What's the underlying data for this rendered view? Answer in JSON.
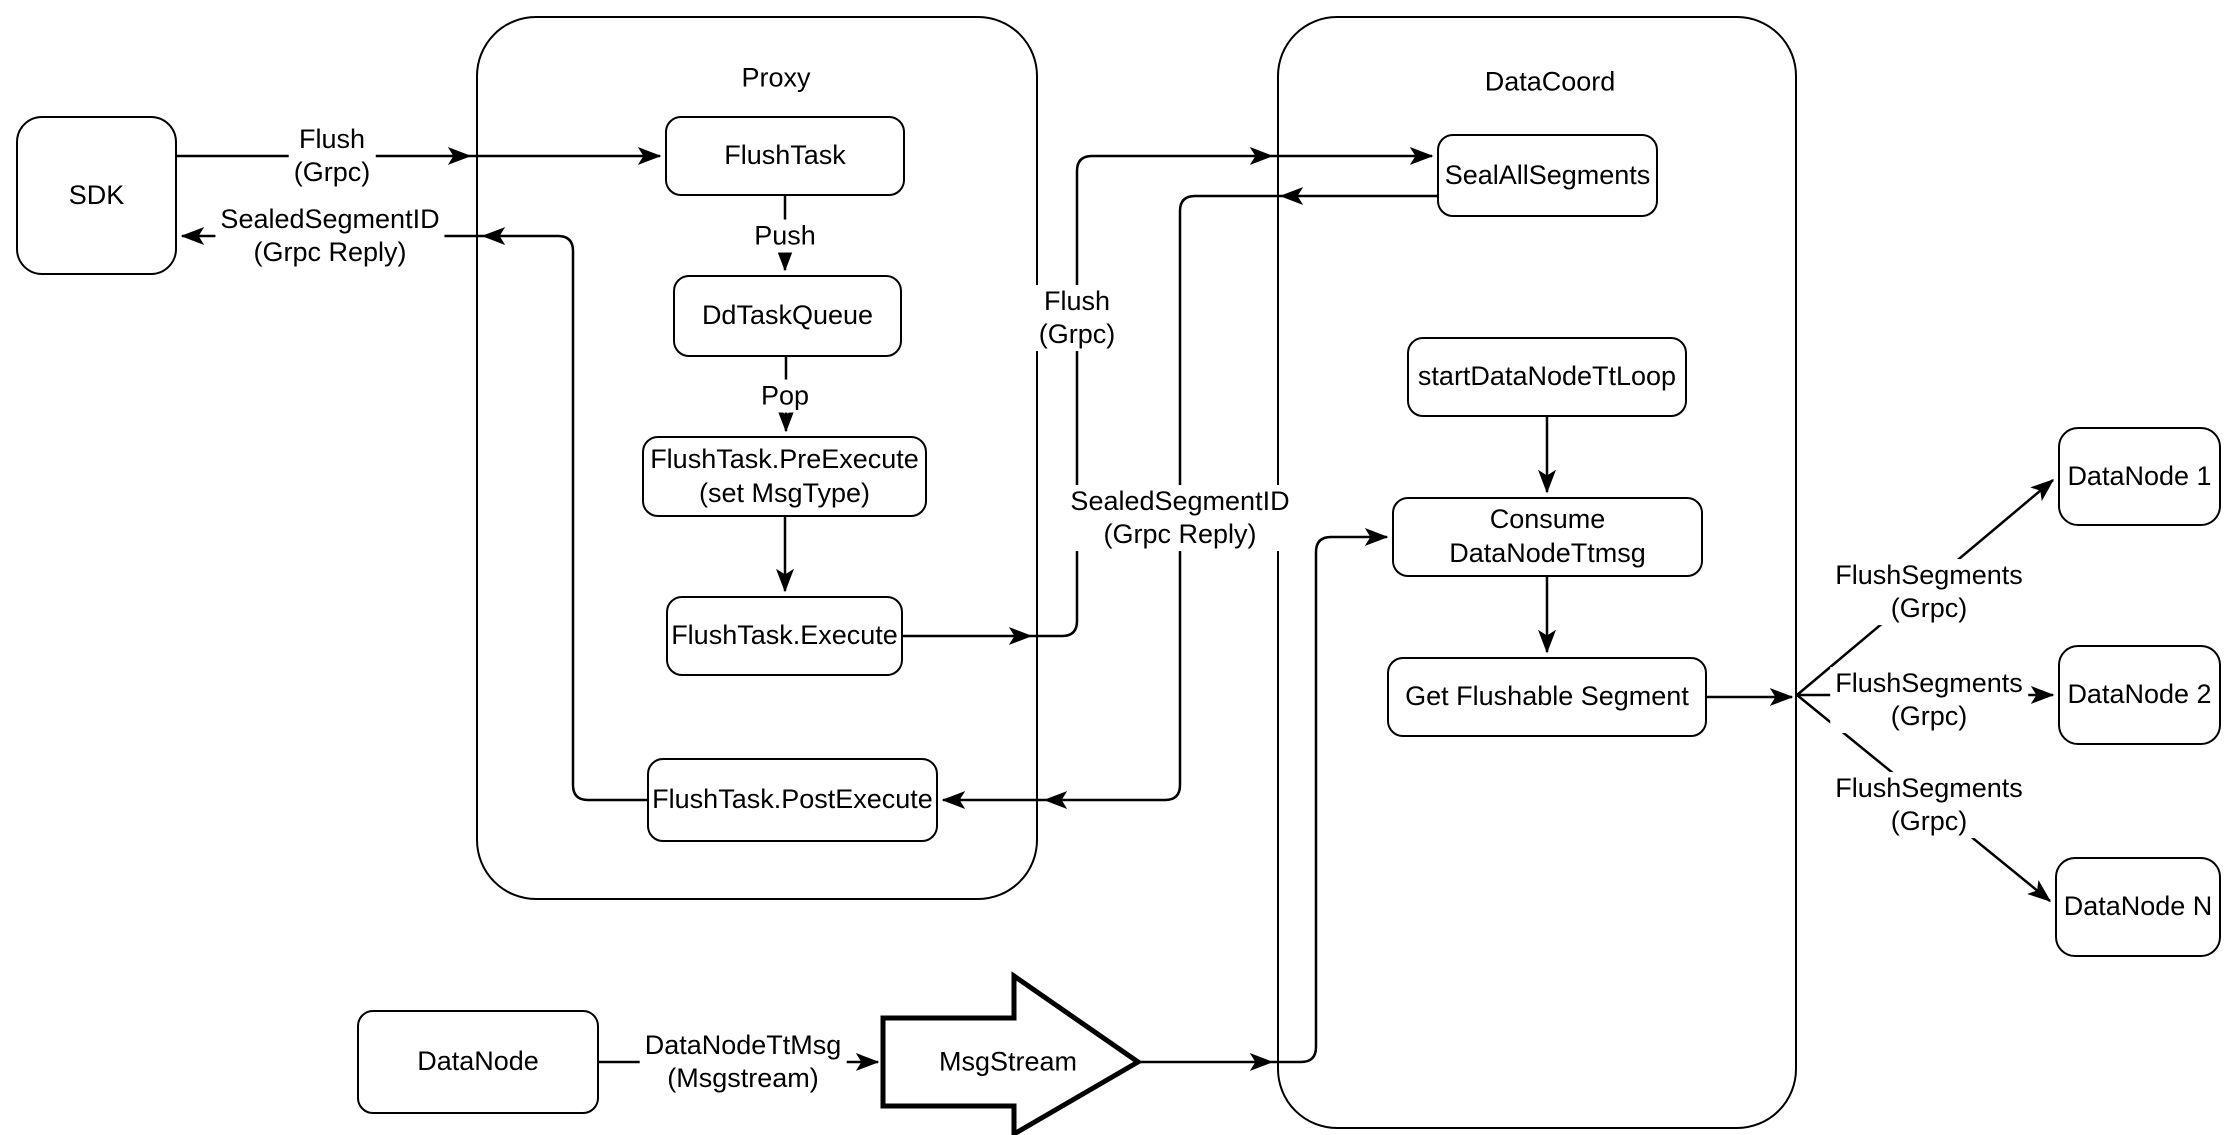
{
  "diagram": {
    "containers": {
      "proxy": {
        "title": "Proxy"
      },
      "datacoord": {
        "title": "DataCoord"
      }
    },
    "nodes": {
      "sdk": {
        "label": "SDK"
      },
      "flushtask": {
        "label": "FlushTask"
      },
      "ddtaskqueue": {
        "label": "DdTaskQueue"
      },
      "preexecute": {
        "label": "FlushTask.PreExecute\n(set MsgType)"
      },
      "execute": {
        "label": "FlushTask.Execute"
      },
      "postexecute": {
        "label": "FlushTask.PostExecute"
      },
      "sealall": {
        "label": "SealAllSegments"
      },
      "startloop": {
        "label": "startDataNodeTtLoop"
      },
      "consume": {
        "label": "Consume DataNodeTtmsg"
      },
      "getflushable": {
        "label": "Get Flushable Segment"
      },
      "datanode1": {
        "label": "DataNode 1"
      },
      "datanode2": {
        "label": "DataNode 2"
      },
      "datanoden": {
        "label": "DataNode N"
      },
      "datanode": {
        "label": "DataNode"
      },
      "msgstream": {
        "label": "MsgStream"
      }
    },
    "edge_labels": {
      "flush_sdk": {
        "text": "Flush\n(Grpc)"
      },
      "sealed_sdk": {
        "text": "SealedSegmentID\n(Grpc Reply)"
      },
      "push": {
        "text": "Push"
      },
      "pop": {
        "text": "Pop"
      },
      "flush_riser": {
        "text": "Flush\n(Grpc)"
      },
      "sealed_riser": {
        "text": "SealedSegmentID\n(Grpc Reply)"
      },
      "datanodettmsg": {
        "text": "DataNodeTtMsg\n(Msgstream)"
      },
      "flushsegments_1": {
        "text": "FlushSegments\n(Grpc)"
      },
      "flushsegments_2": {
        "text": "FlushSegments\n(Grpc)"
      },
      "flushsegments_3": {
        "text": "FlushSegments\n(Grpc)"
      }
    }
  }
}
